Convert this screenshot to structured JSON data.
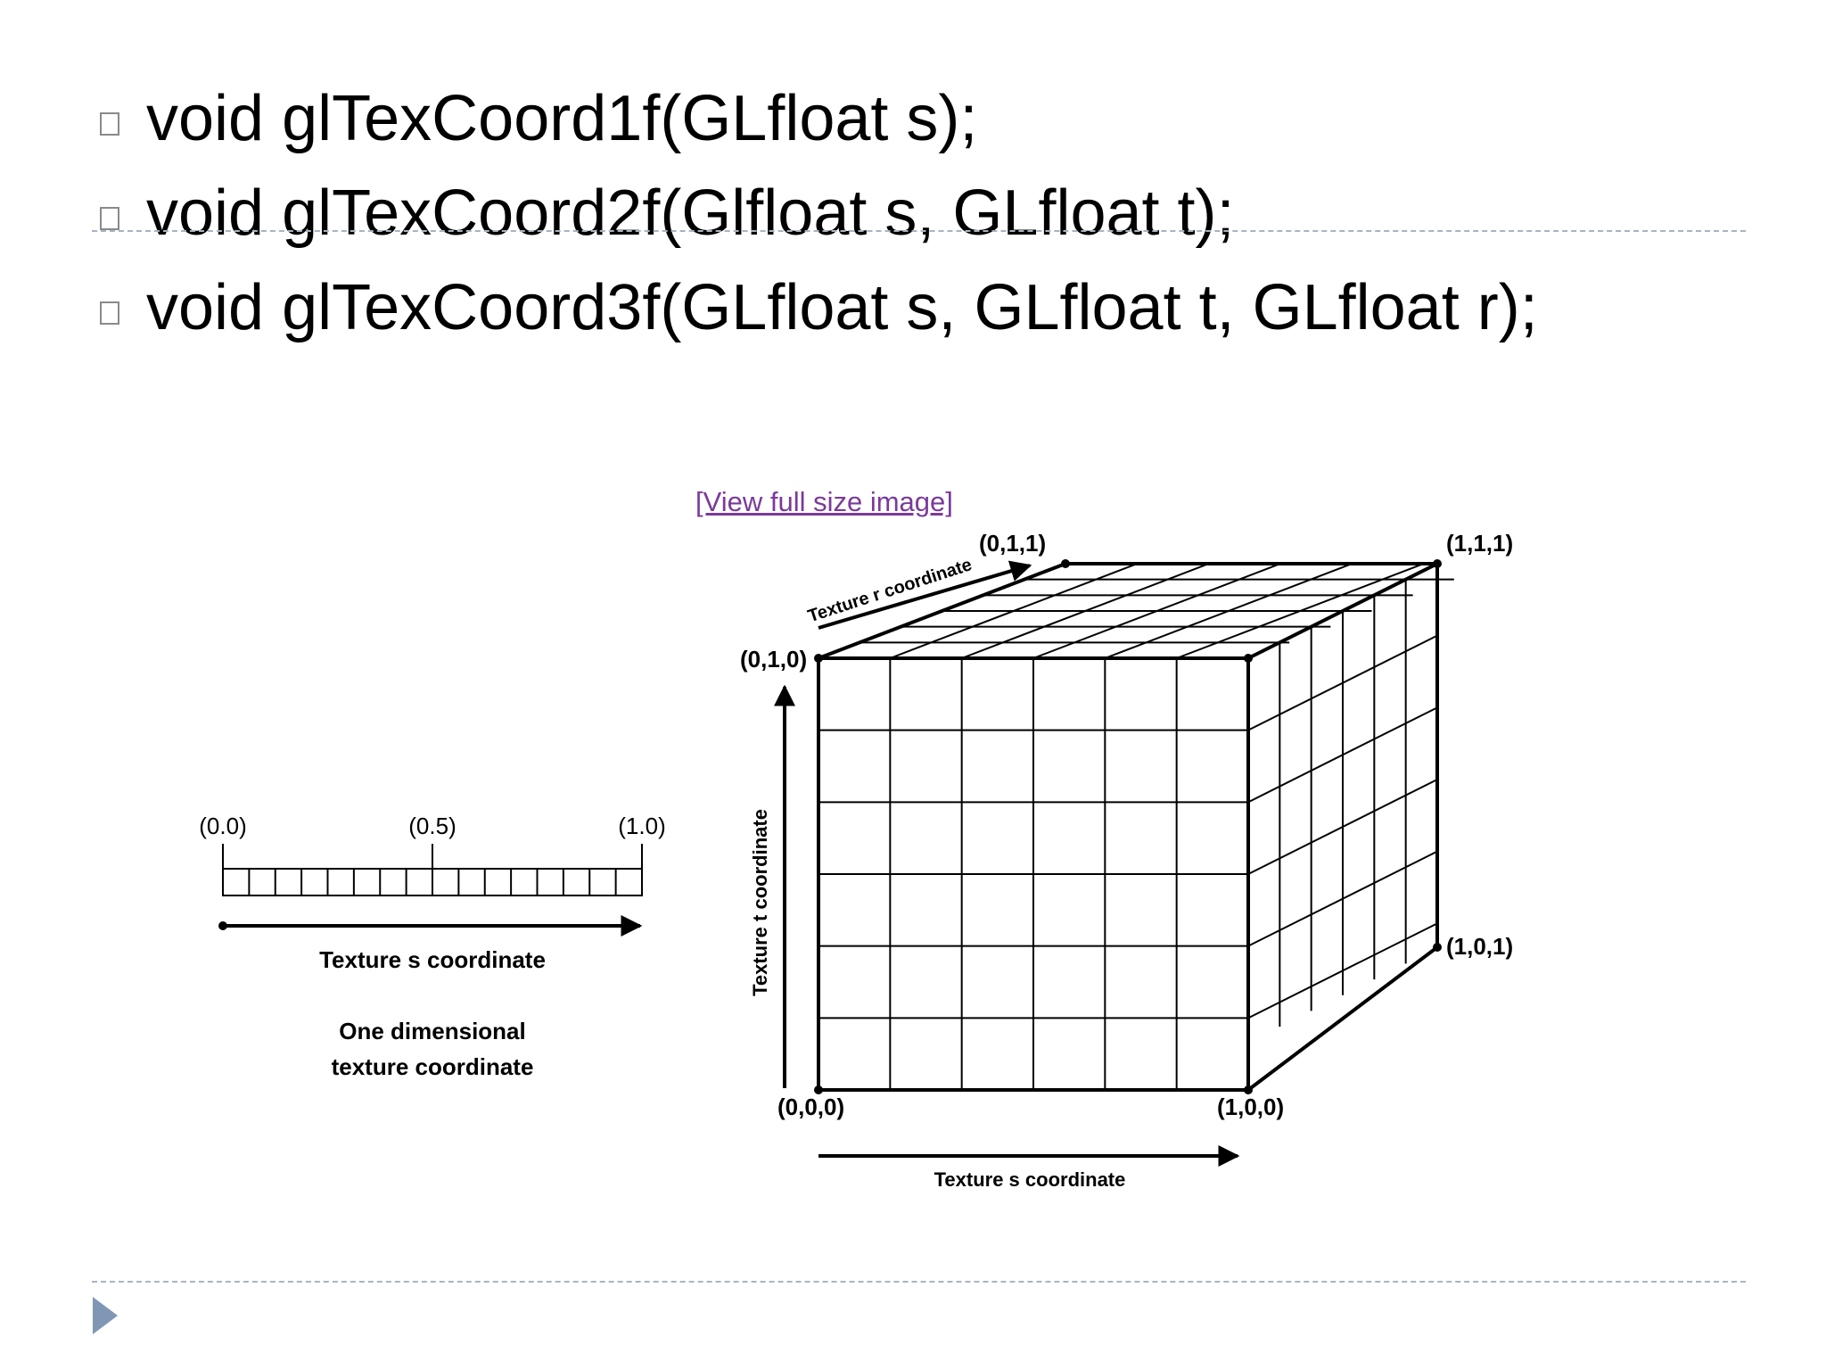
{
  "bullets": [
    {
      "text": "void glTexCoord1f(GLfloat s);"
    },
    {
      "text": "void glTexCoord2f(Glfloat s, GLfloat t);"
    },
    {
      "text": "void glTexCoord3f(GLfloat s, GLfloat t, GLfloat r);"
    }
  ],
  "link": {
    "text": "[View full size image]"
  },
  "diagram_1d": {
    "label_start": "(0.0)",
    "label_mid": "(0.5)",
    "label_end": "(1.0)",
    "axis_label": "Texture s coordinate",
    "caption_line1": "One dimensional",
    "caption_line2": "texture coordinate"
  },
  "diagram_3d": {
    "corner_000": "(0,0,0)",
    "corner_100": "(1,0,0)",
    "corner_010": "(0,1,0)",
    "corner_011": "(0,1,1)",
    "corner_111": "(1,1,1)",
    "corner_101": "(1,0,1)",
    "s_label": "Texture s coordinate",
    "t_label": "Texture t coordinate",
    "r_label": "Texture r coordinate"
  },
  "colors": {
    "divider": "#a9b3c0",
    "link": "#7a3a9a",
    "nav_arrow": "#7f97b4"
  }
}
